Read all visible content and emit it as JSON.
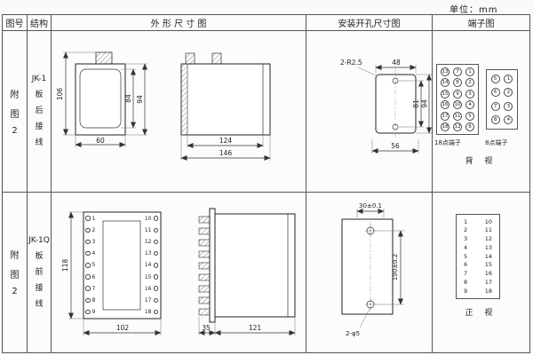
{
  "unit_label": "单位：mm",
  "headers": {
    "fig_no": "图号",
    "structure": "结构",
    "outline": "外  形  尺  寸  图",
    "install": "安装开孔尺寸图",
    "terminal": "端子图"
  },
  "row1": {
    "fig_chars": [
      "附",
      "图",
      "2"
    ],
    "structure_lines": [
      "JK-1",
      "板",
      "后",
      "接",
      "线"
    ],
    "outline": {
      "height_total": "106",
      "height_inner": "84",
      "height_outer": "94",
      "width_front": "60",
      "depth_body": "124",
      "depth_total": "146"
    },
    "install": {
      "corner_note": "2-R2.5",
      "width_top": "48",
      "hole_spacing": "81",
      "height_total": "94",
      "width_bottom": "56"
    },
    "terminal": {
      "grid18": [
        "13",
        "7",
        "1",
        "14",
        "8",
        "2",
        "15",
        "9",
        "3",
        "16",
        "10",
        "4",
        "17",
        "11",
        "5",
        "18",
        "12",
        "6"
      ],
      "grid8": [
        "5",
        "1",
        "6",
        "2",
        "7",
        "3",
        "8",
        "4"
      ],
      "label18": "18点端子",
      "label8": "8点端子",
      "view_label": "背 视"
    }
  },
  "row2": {
    "fig_chars": [
      "附",
      "图",
      "2"
    ],
    "structure_lines": [
      "JK-1Q",
      "板",
      "前",
      "接",
      "线"
    ],
    "outline": {
      "height_total": "118",
      "width_front": "102",
      "depth_front": "35",
      "depth_body": "121",
      "left_terminals": [
        "1",
        "2",
        "3",
        "4",
        "5",
        "6",
        "7",
        "8",
        "9"
      ],
      "right_terminals": [
        "10",
        "11",
        "12",
        "13",
        "14",
        "15",
        "16",
        "17",
        "18"
      ]
    },
    "install": {
      "hole_spacing_h": "30±0.1",
      "hole_spacing_v": "100±0.2",
      "hole_note": "2-φ5"
    },
    "terminal": {
      "left_numbers": [
        "1",
        "2",
        "3",
        "4",
        "5",
        "6",
        "7",
        "8",
        "9"
      ],
      "right_numbers": [
        "10",
        "11",
        "12",
        "13",
        "14",
        "15",
        "16",
        "17",
        "18"
      ],
      "view_label": "正 视"
    }
  }
}
